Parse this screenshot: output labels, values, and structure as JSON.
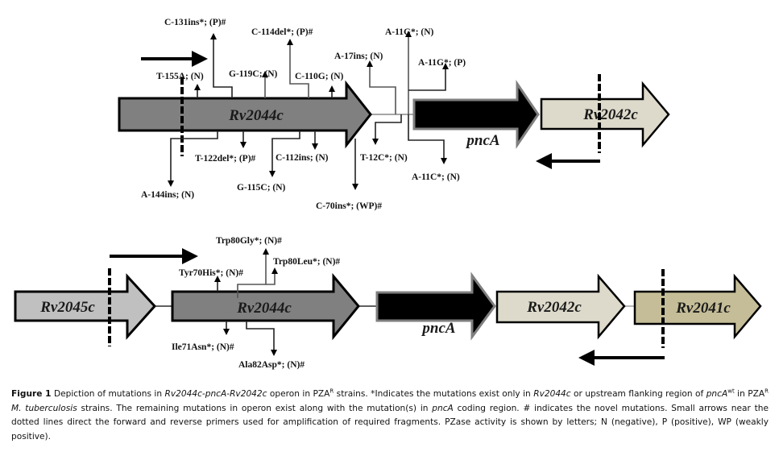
{
  "top_diagram": {
    "genes": [
      {
        "id": "rv2044c",
        "label": "Rv2044c",
        "fill": "#808080",
        "stroke": "#000000"
      },
      {
        "id": "pnca",
        "label": "pncA",
        "fill": "#000000",
        "stroke": "#7f7f7f"
      },
      {
        "id": "rv2042c",
        "label": "Rv2042c",
        "fill": "#dddacb",
        "stroke": "#000000"
      }
    ],
    "mutations": {
      "c131ins": "C-131ins*; (P)#",
      "c114del": "C-114del*; (P)#",
      "a11g_n": "A-11G*; (N)",
      "a17ins": "A-17ins; (N)",
      "a11g_p": "A-11G*; (P)",
      "t155a": "T-155A; (N)",
      "g119c": "G-119C; (N)",
      "c110g": "C-110G; (N)",
      "a144ins": "A-144ins; (N)",
      "t122del": "T-122del*; (P)#",
      "c112ins": "C-112ins; (N)",
      "g115c": "G-115C; (N)",
      "c70ins": "C-70ins*; (WP)#",
      "t12c": "T-12C*; (N)",
      "a11c": "A-11C*; (N)"
    },
    "primers": {
      "forward": "forward primer",
      "reverse": "reverse primer"
    }
  },
  "bottom_diagram": {
    "genes": [
      {
        "id": "rv2045c",
        "label": "Rv2045c",
        "fill": "#c0c0c0",
        "stroke": "#000000"
      },
      {
        "id": "rv2044c",
        "label": "Rv2044c",
        "fill": "#808080",
        "stroke": "#000000"
      },
      {
        "id": "pnca",
        "label": "pncA",
        "fill": "#000000",
        "stroke": "#7f7f7f"
      },
      {
        "id": "rv2042c",
        "label": "Rv2042c",
        "fill": "#dddacb",
        "stroke": "#000000"
      },
      {
        "id": "rv2041c",
        "label": "Rv2041c",
        "fill": "#c4bd97",
        "stroke": "#000000"
      }
    ],
    "mutations": {
      "trp80gly": "Trp80Gly*; (N)#",
      "trp80leu": "Trp80Leu*; (N)#",
      "tyr70his": "Tyr70His*; (N)#",
      "ile71asn": "Ile71Asn*; (N)#",
      "ala82asp": "Ala82Asp*; (N)#"
    }
  },
  "caption": {
    "figure_label": "Figure 1",
    "t1": " Depiction of mutations in ",
    "i1": "Rv2044c-pncA-Rv2042c",
    "t2": " operon in PZA",
    "sup1": "R",
    "t3": " strains. *Indicates the mutations exist only in ",
    "i2": "Rv2044c",
    "t4": " or upstream flanking region of ",
    "i3": "pncA",
    "sup2": "wt",
    "t5": " in PZA",
    "sup3": "R",
    "t6": " ",
    "i4": "M. tuberculosis",
    "t7": " strains. The remaining mutations in operon exist along with the mutation(s) in ",
    "i5": "pncA",
    "t8": " coding region. # indicates the novel mutations. Small arrows near the dotted lines direct the forward and reverse primers used for amplification of required fragments. PZase activity is shown by letters; N (negative), P (positive), WP (weakly positive)."
  }
}
